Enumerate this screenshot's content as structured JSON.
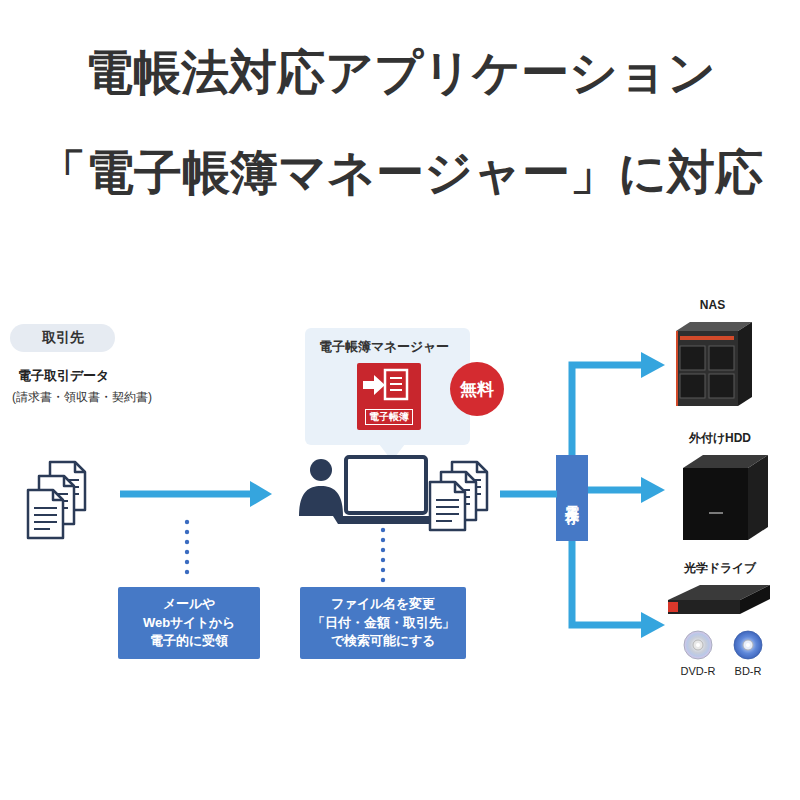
{
  "diagram": {
    "title": "電帳法対応アプリケーション 「電子帳簿マネージャー」に対応",
    "nodes": [
      {
        "text": [
          "取引先"
        ]
      },
      {
        "text": [
          "電子帳簿マネージャー"
        ]
      },
      {
        "text": [
          "電子帳簿"
        ],
        "in": 1
      },
      {
        "text": [
          "無料"
        ]
      },
      {
        "text": [
          "メールや Webサイトから 電子的に受領"
        ]
      },
      {
        "text": [
          "ファイル名を変更 「日付・金額・取引先」 で検索可能にする"
        ]
      },
      {
        "text": [
          "電子保存"
        ]
      },
      {
        "text": [
          "NAS"
        ]
      },
      {
        "text": [
          "外付けHDD"
        ]
      },
      {
        "text": [
          "光学ドライブ"
        ]
      }
    ],
    "edges": [
      {
        "from": 6,
        "to": 7,
        "arrow": "to"
      },
      {
        "from": 6,
        "to": 8,
        "arrow": "to"
      },
      {
        "from": 6,
        "to": 9,
        "arrow": "to"
      }
    ],
    "labels": [
      "電子取引データ",
      "(請求書・領収書・契約書)",
      "DVD-R",
      "BD-R"
    ]
  }
}
